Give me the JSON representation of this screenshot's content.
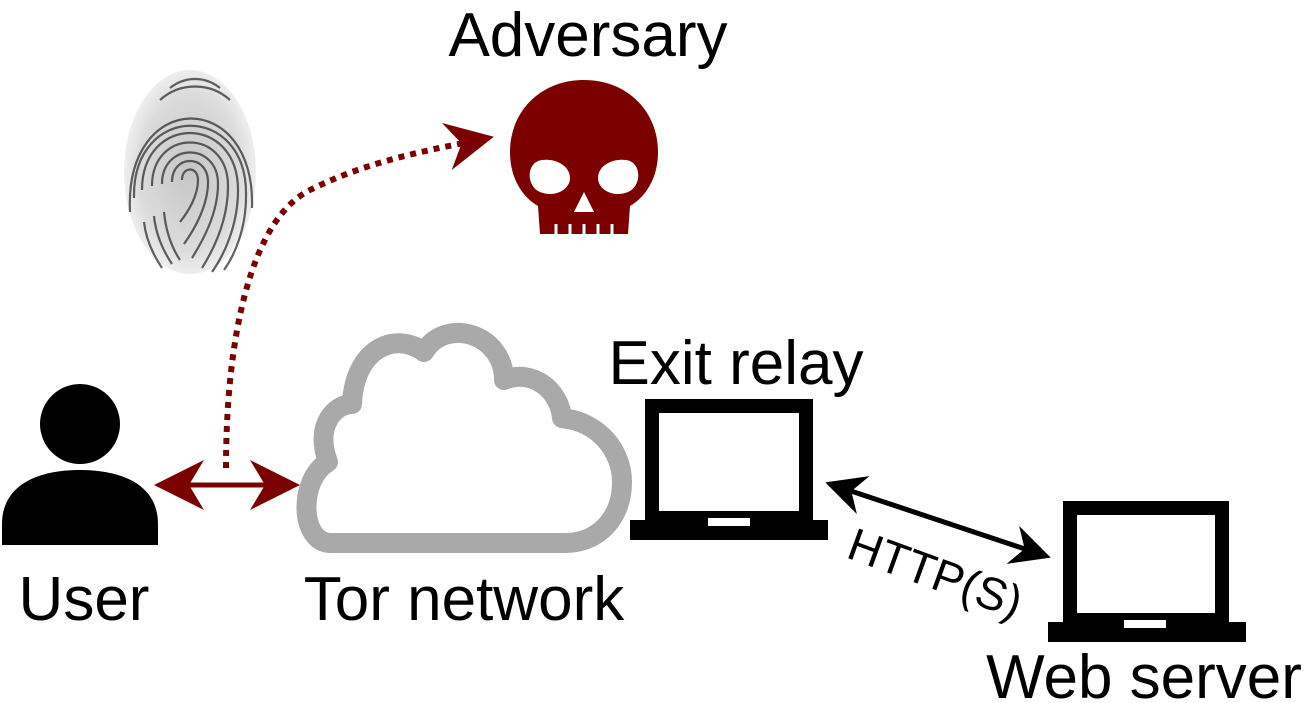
{
  "labels": {
    "adversary": "Adversary",
    "user": "User",
    "tor_network": "Tor network",
    "exit_relay": "Exit relay",
    "web_server": "Web server",
    "protocol": "HTTP(S)"
  },
  "icons": {
    "adversary": "skull-icon",
    "user": "user-icon",
    "tor_network": "cloud-icon",
    "exit_relay": "laptop-icon",
    "web_server": "laptop-icon",
    "fingerprint": "fingerprint-icon"
  },
  "colors": {
    "adversary": "#7b0000",
    "cloud": "#a9a9a9",
    "ink": "#000000"
  }
}
